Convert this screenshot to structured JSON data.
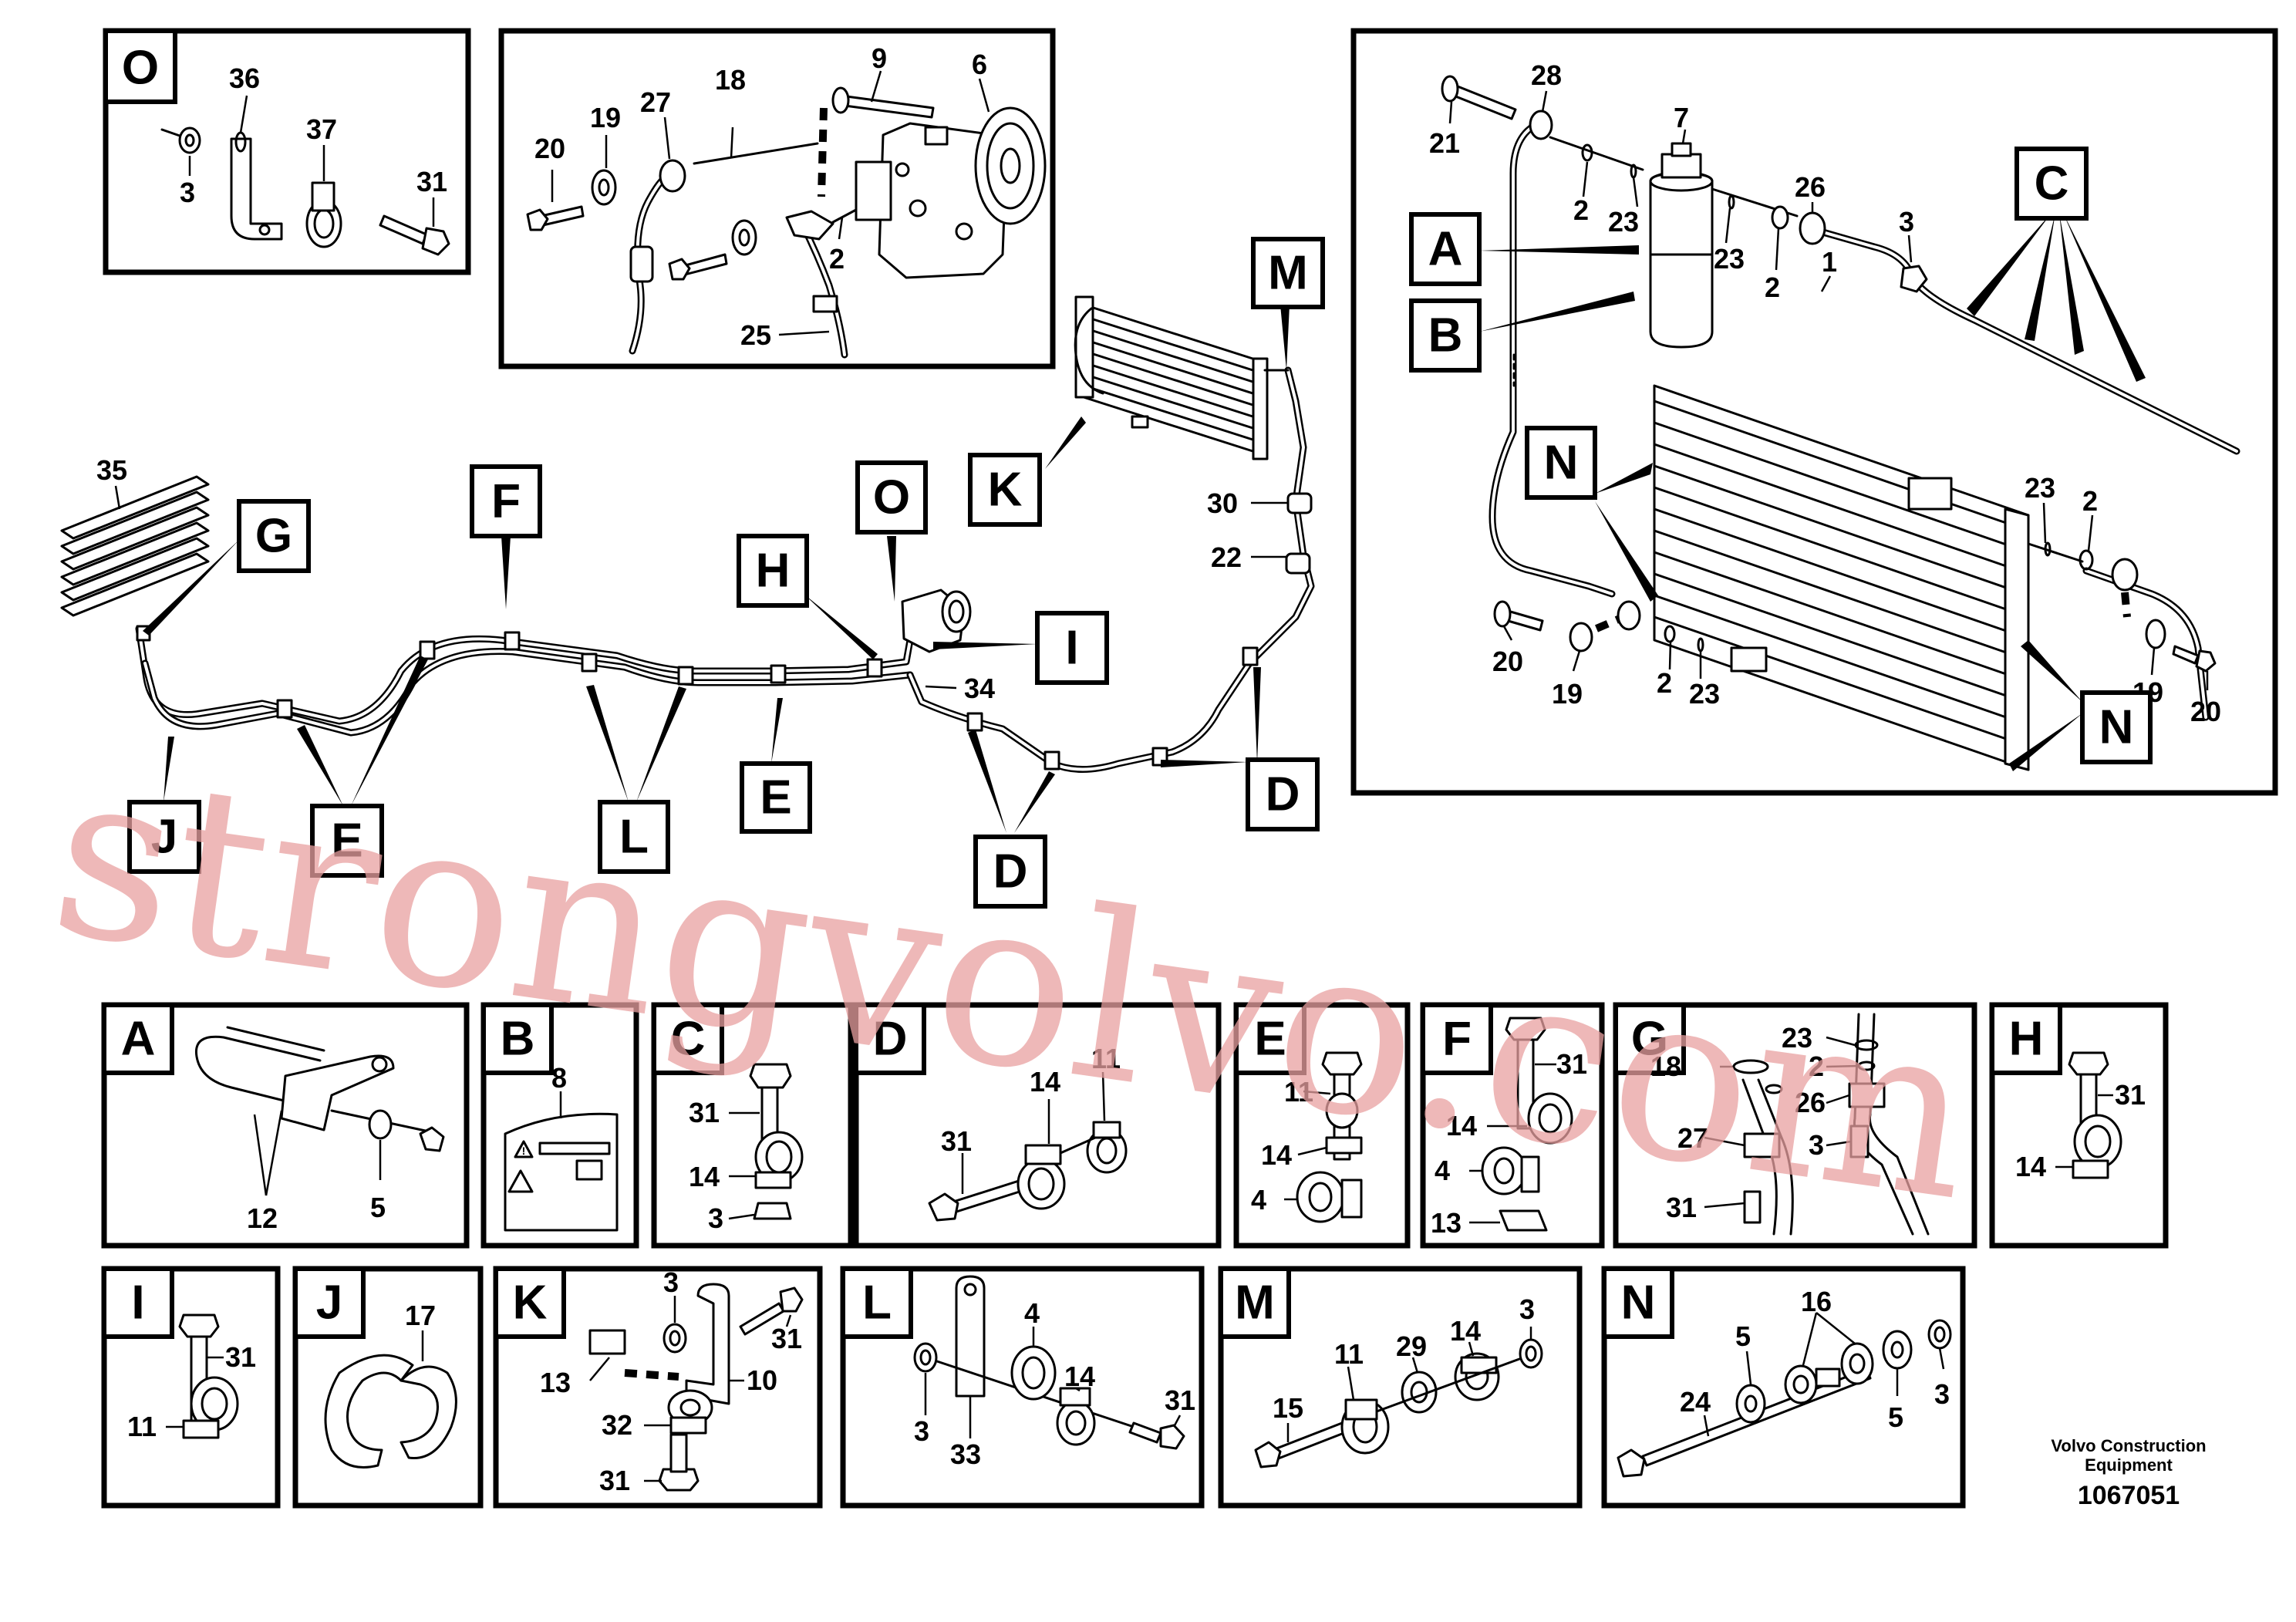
{
  "labels": {
    "O": "O",
    "A": "A",
    "B": "B",
    "C": "C",
    "D": "D",
    "E": "E",
    "F": "F",
    "G": "G",
    "H": "H",
    "I": "I",
    "J": "J",
    "K": "K",
    "L": "L",
    "M": "M",
    "N": "N"
  },
  "numbers": {
    "n1": "1",
    "n2": "2",
    "n3": "3",
    "n4": "4",
    "n5": "5",
    "n6": "6",
    "n7": "7",
    "n8": "8",
    "n9": "9",
    "n10": "10",
    "n11": "11",
    "n12": "12",
    "n13": "13",
    "n14": "14",
    "n15": "15",
    "n16": "16",
    "n17": "17",
    "n18": "18",
    "n19": "19",
    "n20": "20",
    "n21": "21",
    "n22": "22",
    "n23": "23",
    "n24": "24",
    "n25": "25",
    "n26": "26",
    "n27": "27",
    "n28": "28",
    "n29": "29",
    "n30": "30",
    "n31": "31",
    "n32": "32",
    "n33": "33",
    "n34": "34",
    "n35": "35",
    "n36": "36",
    "n37": "37"
  },
  "footer": {
    "maker_line1": "Volvo Construction",
    "maker_line2": "Equipment",
    "doc_number": "1067051"
  },
  "watermark": {
    "text": "strongvolvo.com",
    "color": "#e8a0a0"
  },
  "colors": {
    "ink": "#000000",
    "paper": "#ffffff"
  }
}
